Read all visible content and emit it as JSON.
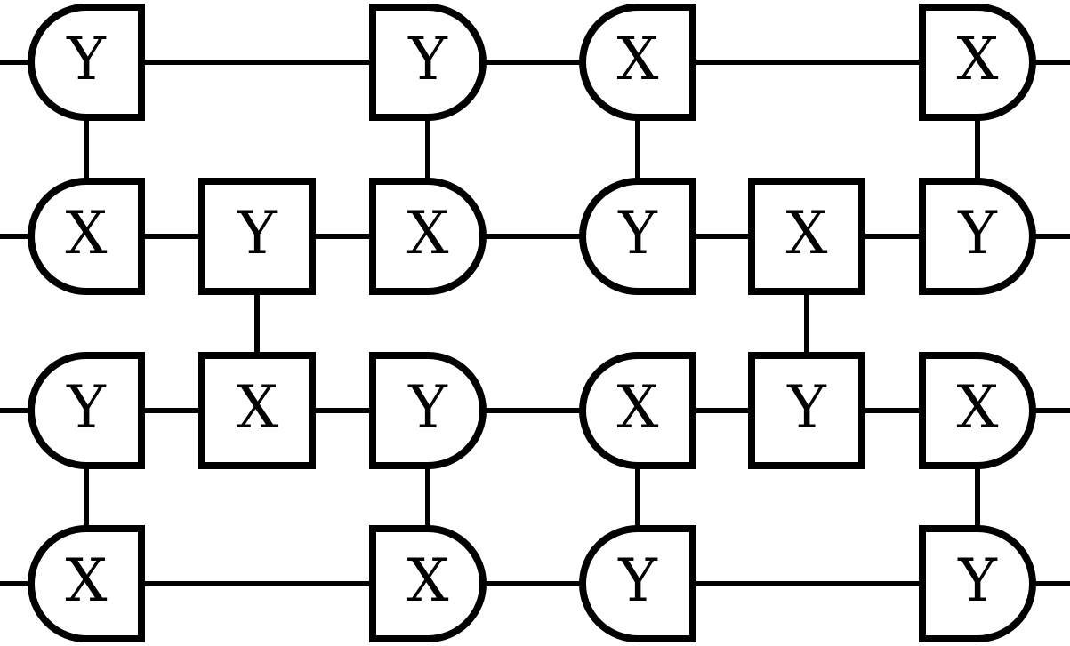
{
  "rows": [
    [
      "Y",
      "",
      "Y",
      "X",
      "",
      "X"
    ],
    [
      "X",
      "Y",
      "X",
      "Y",
      "X",
      "Y"
    ],
    [
      "Y",
      "X",
      "Y",
      "X",
      "Y",
      "X"
    ],
    [
      "X",
      "",
      "X",
      "Y",
      "",
      "Y"
    ]
  ],
  "shapes": [
    [
      "rounded-left",
      "",
      "rounded-right",
      "rounded-left",
      "",
      "rounded-right"
    ],
    [
      "rounded-left",
      "square",
      "rounded-right",
      "rounded-left",
      "square",
      "rounded-right"
    ],
    [
      "rounded-left",
      "square",
      "rounded-right",
      "rounded-left",
      "square",
      "rounded-right"
    ],
    [
      "rounded-left",
      "",
      "rounded-right",
      "rounded-left",
      "",
      "rounded-right"
    ]
  ],
  "vertical_links": [
    {
      "col": 0,
      "from_row": 0,
      "to_row": 1
    },
    {
      "col": 2,
      "from_row": 0,
      "to_row": 1
    },
    {
      "col": 3,
      "from_row": 0,
      "to_row": 1
    },
    {
      "col": 5,
      "from_row": 0,
      "to_row": 1
    },
    {
      "col": 1,
      "from_row": 1,
      "to_row": 2
    },
    {
      "col": 4,
      "from_row": 1,
      "to_row": 2
    },
    {
      "col": 0,
      "from_row": 2,
      "to_row": 3
    },
    {
      "col": 2,
      "from_row": 2,
      "to_row": 3
    },
    {
      "col": 3,
      "from_row": 2,
      "to_row": 3
    },
    {
      "col": 5,
      "from_row": 2,
      "to_row": 3
    }
  ],
  "colors": {
    "stroke": "#000000",
    "fill": "#ffffff"
  }
}
